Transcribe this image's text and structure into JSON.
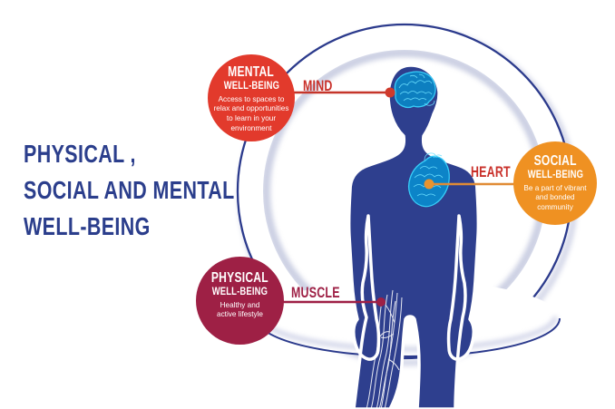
{
  "title": {
    "line1": "PHYSICAL ,",
    "line2": "SOCIAL AND MENTAL",
    "line3": "WELL-BEING"
  },
  "badges": {
    "mental": {
      "heading": "MENTAL",
      "subheading": "WELL-BEING",
      "desc_lines": [
        "Access to spaces to",
        "relax and opportunities",
        "to learn in your",
        "environment"
      ],
      "color": "#e23a2c"
    },
    "social": {
      "heading": "SOCIAL",
      "subheading": "WELL-BEING",
      "desc_lines": [
        "Be a part of vibrant",
        "and bonded",
        "community"
      ],
      "color": "#ef9122"
    },
    "physical": {
      "heading": "PHYSICAL",
      "subheading": "WELL-BEING",
      "desc_lines": [
        "Healthy and",
        "active lifestyle"
      ],
      "color": "#9e2045"
    }
  },
  "labels": {
    "mind": "MIND",
    "heart": "HEART",
    "muscle": "MUSCLE"
  },
  "colors": {
    "body_navy": "#2e3f8e",
    "ring_navy": "#2b3a8c",
    "title_navy": "#2b3e8c",
    "label_red": "#c9302a",
    "mind_line_red": "#c5352a",
    "heart_line_orange": "#e08b35",
    "muscle_maroon": "#9e2045",
    "organ_cyan": "#38cdf8"
  }
}
